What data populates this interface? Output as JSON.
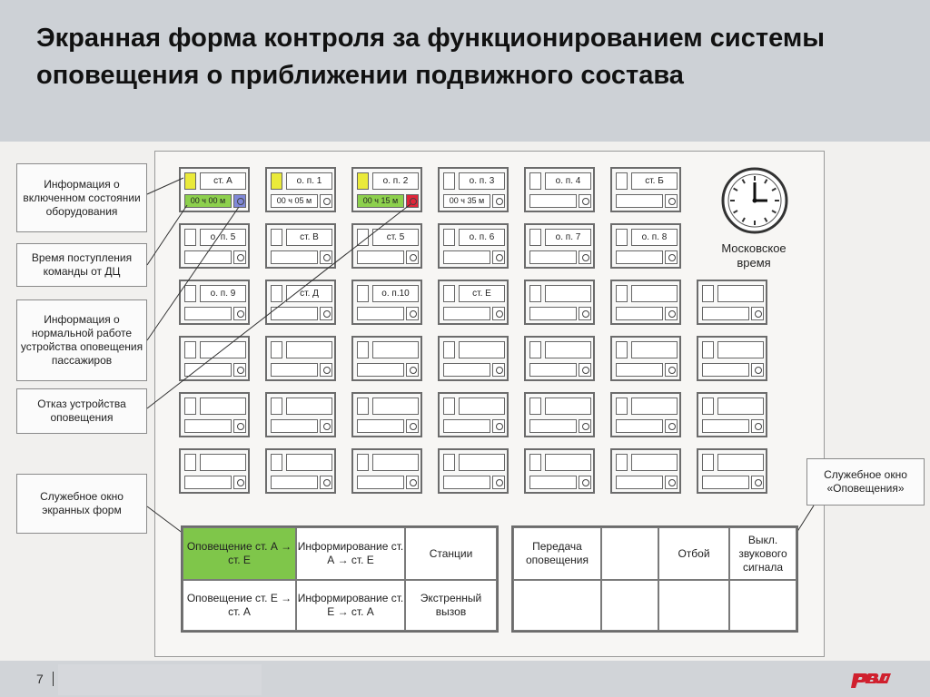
{
  "title": "Экранная форма контроля за функционированием системы оповещения о приближении подвижного состава",
  "clock": {
    "label": "Московское время"
  },
  "callouts": {
    "equipment_on": "Информация о включенном состоянии оборудования",
    "command_time": "Время поступления команды от ДЦ",
    "normal_work": "Информация о нормальной работе устройства оповещения пассажиров",
    "failure": "Отказ устройства оповещения",
    "service_forms": "Служебное окно экранных форм",
    "service_alert": "Служебное окно «Оповещения»"
  },
  "cells": [
    {
      "name": "ст. А",
      "time": "00 ч 00 м",
      "ind": "yellow",
      "timebg": "green",
      "sq": "blue"
    },
    {
      "name": "о. п. 1",
      "time": "00 ч 05 м",
      "ind": "yellow",
      "timebg": "",
      "sq": ""
    },
    {
      "name": "о. п. 2",
      "time": "00 ч 15 м",
      "ind": "yellow",
      "timebg": "green",
      "sq": "red"
    },
    {
      "name": "о. п. 3",
      "time": "00 ч 35 м",
      "ind": "",
      "timebg": "",
      "sq": ""
    },
    {
      "name": "о. п. 4",
      "time": "",
      "ind": "",
      "timebg": "",
      "sq": ""
    },
    {
      "name": "ст. Б",
      "time": "",
      "ind": "",
      "timebg": "",
      "sq": ""
    },
    {
      "name": "о. п. 5",
      "time": "",
      "ind": "",
      "timebg": "",
      "sq": ""
    },
    {
      "name": "ст. В",
      "time": "",
      "ind": "",
      "timebg": "",
      "sq": ""
    },
    {
      "name": "ст. 5",
      "time": "",
      "ind": "",
      "timebg": "",
      "sq": ""
    },
    {
      "name": "о. п. 6",
      "time": "",
      "ind": "",
      "timebg": "",
      "sq": ""
    },
    {
      "name": "о. п. 7",
      "time": "",
      "ind": "",
      "timebg": "",
      "sq": ""
    },
    {
      "name": "о. п. 8",
      "time": "",
      "ind": "",
      "timebg": "",
      "sq": ""
    },
    {
      "name": "о. п. 9",
      "time": "",
      "ind": "",
      "timebg": "",
      "sq": ""
    },
    {
      "name": "ст. Д",
      "time": "",
      "ind": "",
      "timebg": "",
      "sq": ""
    },
    {
      "name": "о. п.10",
      "time": "",
      "ind": "",
      "timebg": "",
      "sq": ""
    },
    {
      "name": "ст. Е",
      "time": "",
      "ind": "",
      "timebg": "",
      "sq": ""
    }
  ],
  "menu_left": {
    "alert_a_e": "Оповещение ст. А → ст. Е",
    "inform_a_e": "Информирование ст. А → ст. Е",
    "stations": "Станции",
    "alert_e_a": "Оповещение ст. Е → ст. А",
    "inform_e_a": "Информирование ст. Е → ст. А",
    "emergency": "Экстренный вызов"
  },
  "menu_right": {
    "transmit": "Передача оповещения",
    "cancel": "Отбой",
    "sound_off": "Выкл. звукового сигнала"
  },
  "footer": {
    "page": "7"
  },
  "colors": {
    "yellow": "#eaea3a",
    "green": "#8dd04d",
    "blue": "#7f88d8",
    "red": "#e0263a",
    "selected": "#7fc64a"
  }
}
